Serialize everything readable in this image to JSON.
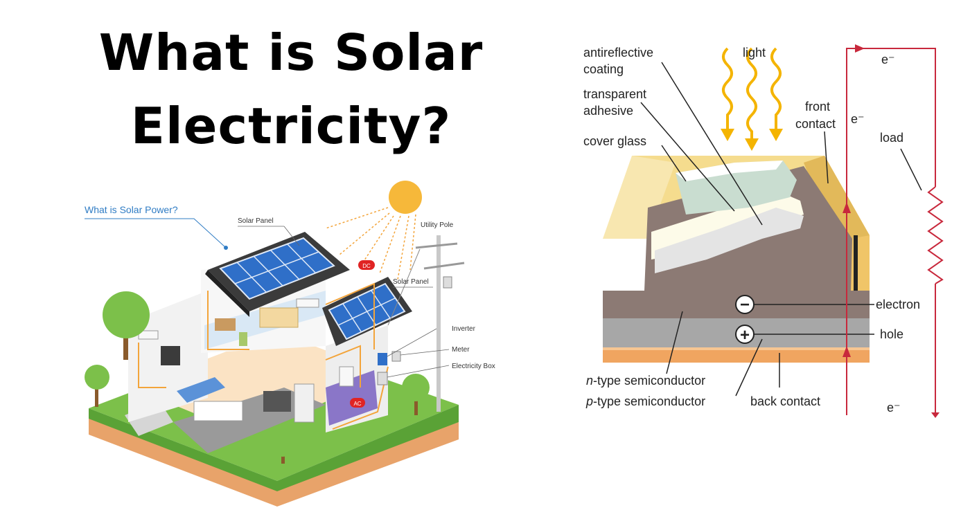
{
  "title": {
    "line1": "What is Solar",
    "line2": "Electricity?"
  },
  "house_diagram": {
    "heading": "What is Solar Power?",
    "labels": {
      "solar_panel_top": "Solar Panel",
      "solar_panel_right": "Solar Panel",
      "utility_pole": "Utility Pole",
      "inverter": "Inverter",
      "meter": "Meter",
      "electricity_box": "Electricity Box",
      "dc": "DC",
      "ac": "AC"
    },
    "colors": {
      "heading": "#2f7cc4",
      "panel": "#2f6fc8",
      "roof": "#3b3b3b",
      "grass": "#7cc04a",
      "soil": "#e8a36a",
      "sun": "#f6b83a",
      "wire": "#f3a43a",
      "badge": "#e02424"
    }
  },
  "cell_diagram": {
    "labels": {
      "antireflective_1": "antireflective",
      "antireflective_2": "coating",
      "adhesive_1": "transparent",
      "adhesive_2": "adhesive",
      "cover_glass": "cover glass",
      "light": "light",
      "front_contact_1": "front",
      "front_contact_2": "contact",
      "e_top": "e⁻",
      "e_mid": "e⁻",
      "e_bottom": "e⁻",
      "load": "load",
      "electron": "electron",
      "hole": "hole",
      "n_type_prefix": "n",
      "n_type": "-type semiconductor",
      "p_type_prefix": "p",
      "p_type": "-type semiconductor",
      "back_contact": "back contact",
      "minus": "−",
      "plus": "+"
    },
    "colors": {
      "frame": "#f5dc8e",
      "frame_side": "#e2b95a",
      "n_layer": "#8c7a74",
      "p_layer": "#a7a7a7",
      "back": "#f0a560",
      "circuit": "#c8283c",
      "light": "#f4b400"
    }
  }
}
